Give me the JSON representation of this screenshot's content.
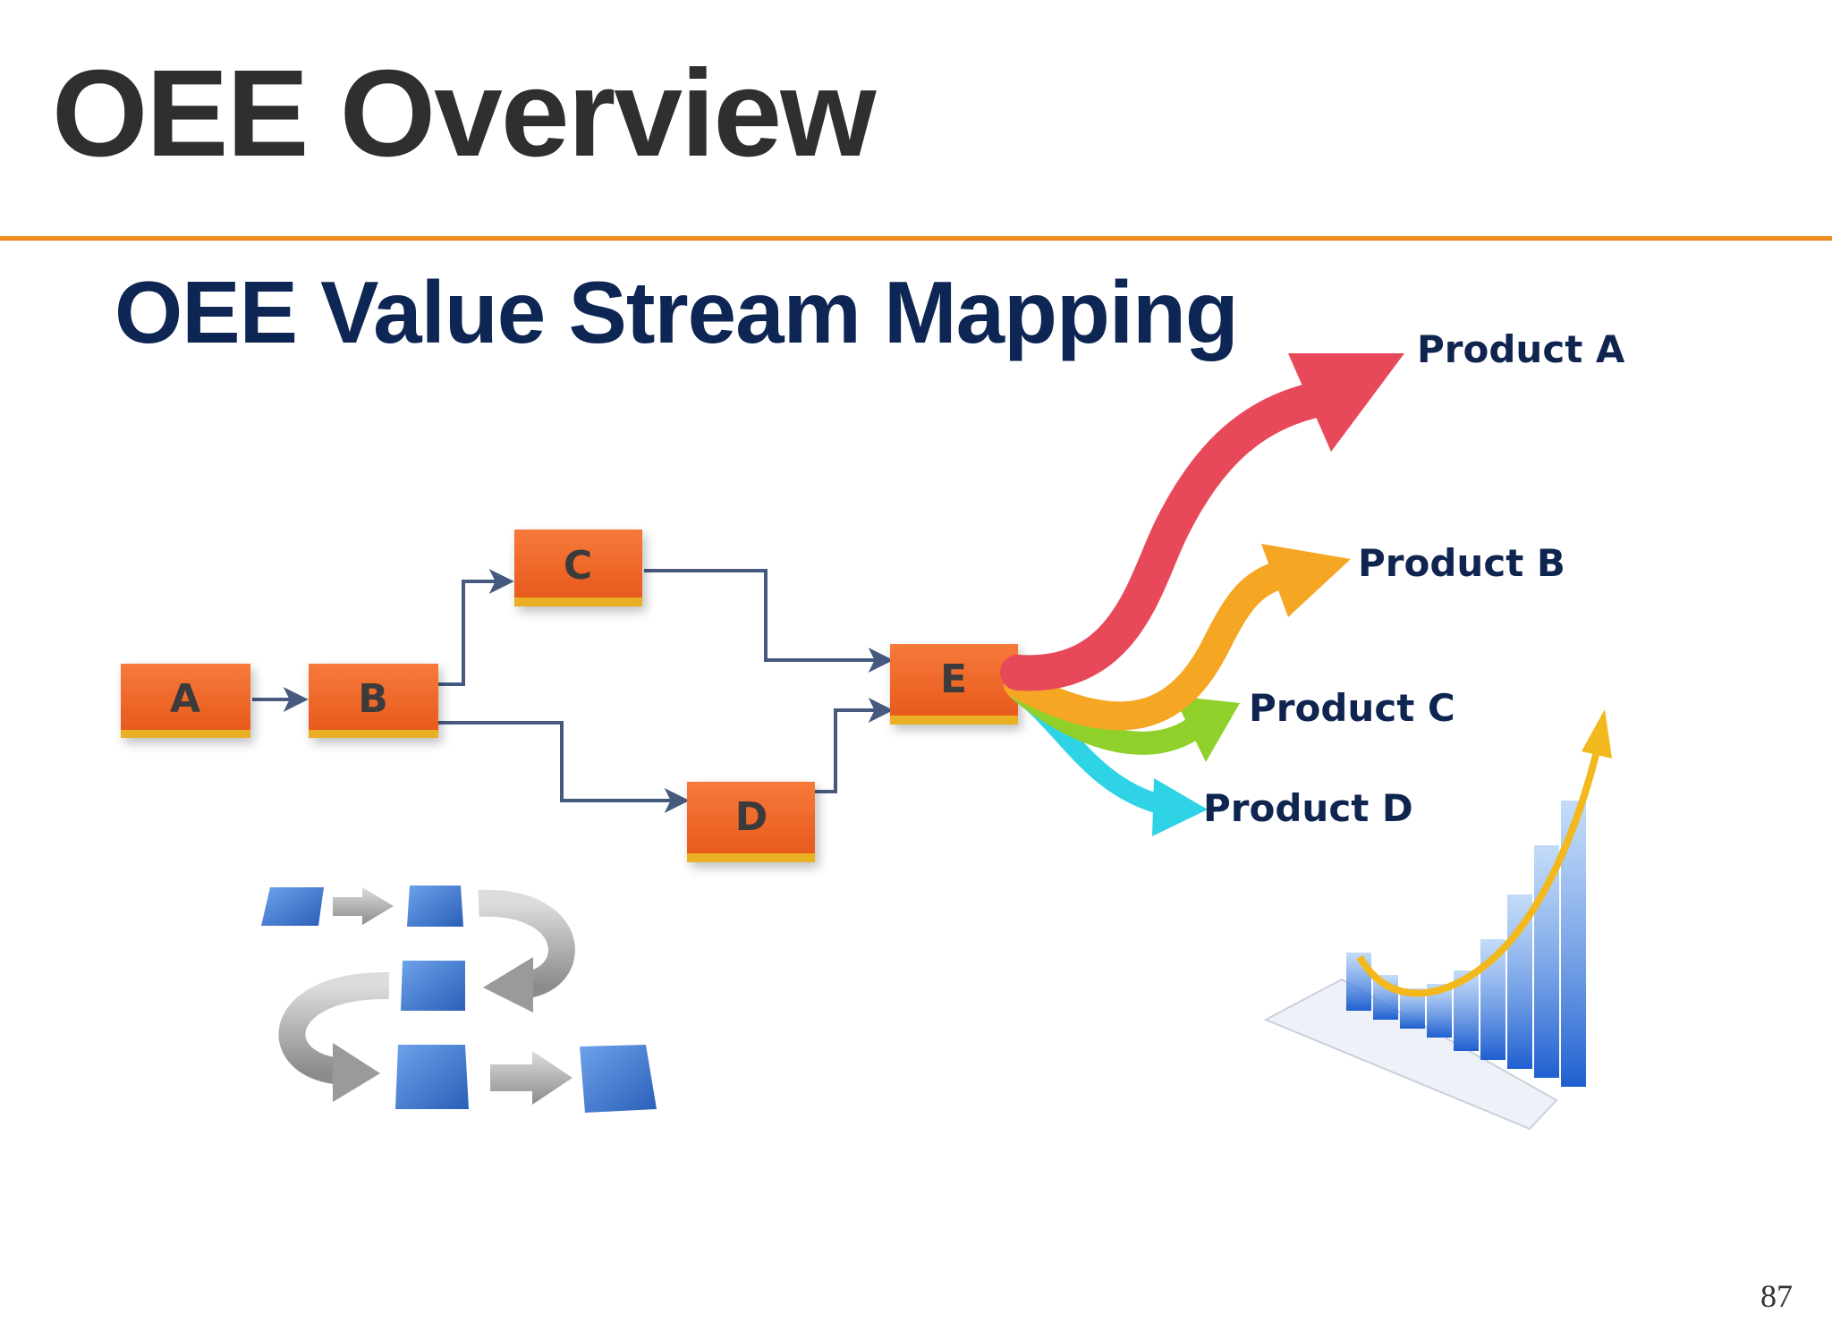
{
  "slide": {
    "title": "OEE Overview",
    "subtitle": "OEE Value Stream Mapping",
    "page_number": "87"
  },
  "diagram": {
    "nodes": [
      {
        "id": "A",
        "label": "A"
      },
      {
        "id": "B",
        "label": "B"
      },
      {
        "id": "C",
        "label": "C"
      },
      {
        "id": "D",
        "label": "D"
      },
      {
        "id": "E",
        "label": "E"
      }
    ],
    "edges": [
      {
        "from": "A",
        "to": "B"
      },
      {
        "from": "B",
        "to": "C"
      },
      {
        "from": "B",
        "to": "D"
      },
      {
        "from": "C",
        "to": "E"
      },
      {
        "from": "D",
        "to": "E"
      }
    ],
    "products": [
      {
        "label": "Product A",
        "color": "#e8495a"
      },
      {
        "label": "Product B",
        "color": "#f5a623"
      },
      {
        "label": "Product C",
        "color": "#8fd12a"
      },
      {
        "label": "Product D",
        "color": "#2fd3e6"
      }
    ]
  },
  "colors": {
    "title": "#2f2f2f",
    "subtitle": "#0d2654",
    "divider": "#ef8a1f",
    "node_fill": "#f26c2b",
    "node_base": "#e8b020",
    "connector": "#465a80",
    "product_label": "#0f2550",
    "block_blue": "#3c78d0",
    "chart_arrow": "#f2b81c"
  }
}
